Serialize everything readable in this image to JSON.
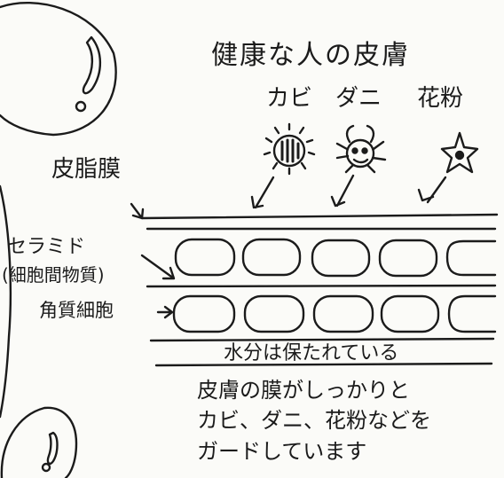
{
  "title": "健康な人の皮膚",
  "allergens": [
    "カビ",
    "ダニ",
    "花粉"
  ],
  "labels": {
    "sebum_film": "皮脂膜",
    "ceramide": "セラミド",
    "ceramide_sub": "(細胞間物質)",
    "corneocyte": "角質細胞",
    "water": "水分は保たれている"
  },
  "caption": [
    "皮膚の膜がしっかりと",
    "カビ、ダニ、花粉などを",
    "ガードしています"
  ]
}
